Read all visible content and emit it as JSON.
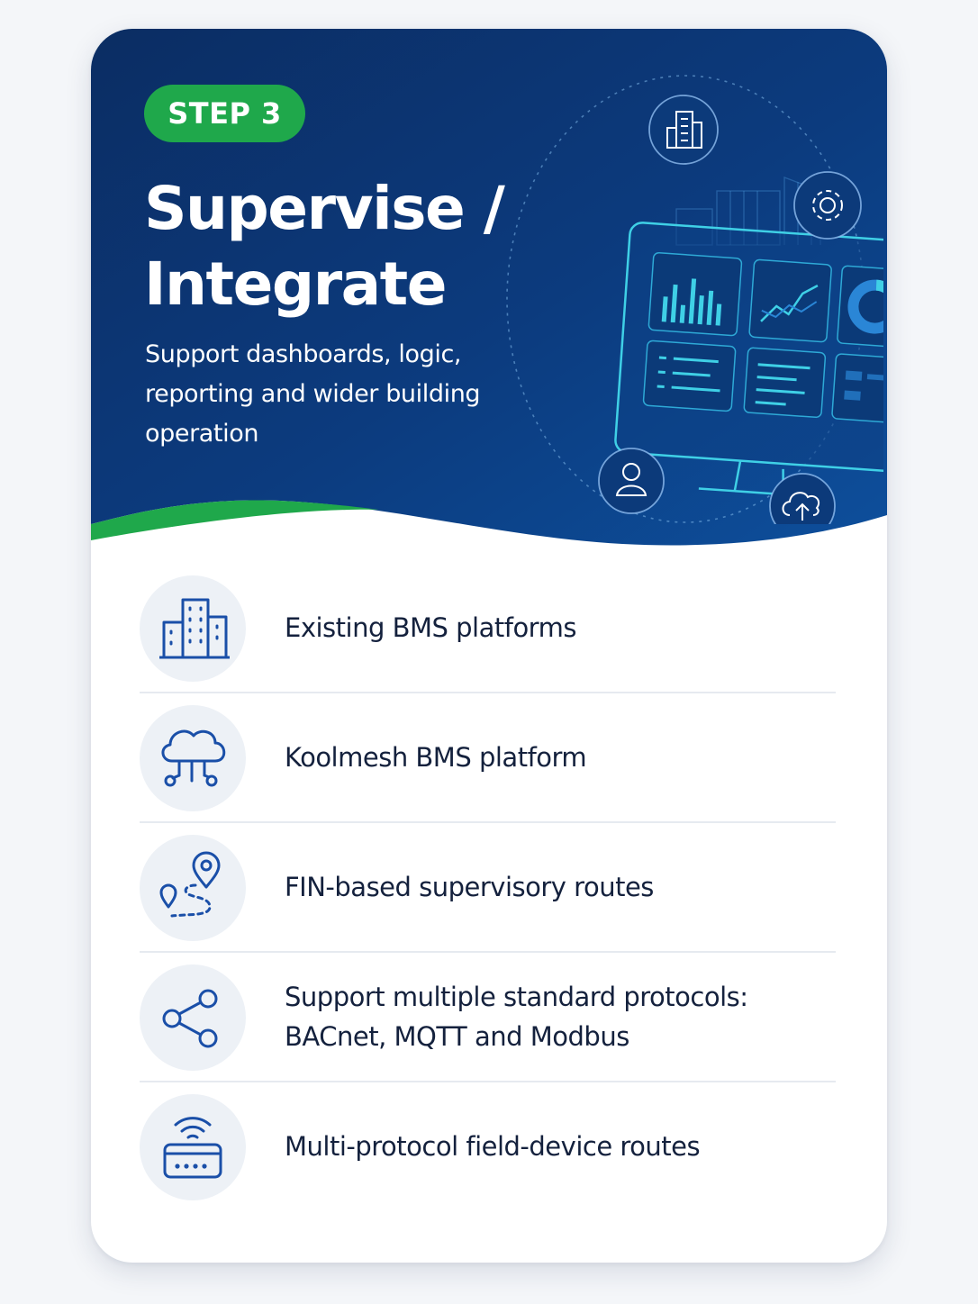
{
  "colors": {
    "hero_dark": "#0b2d63",
    "hero_mid": "#0d4a97",
    "accent_green": "#1fa84b",
    "icon_blue": "#1a4fa8",
    "text_dark": "#14213d",
    "icon_circle": "#edf1f6",
    "cyan_art": "#3fd0e6"
  },
  "header": {
    "step": "STEP 3",
    "title": "Supervise / Integrate",
    "subtitle": "Support dashboards, logic, reporting and wider building operation"
  },
  "illustration": {
    "icons": [
      "building-icon",
      "gear-icon",
      "user-icon",
      "cloud-upload-icon",
      "monitor-dashboard-icon"
    ]
  },
  "items": [
    {
      "icon": "building-icon",
      "label": "Existing BMS platforms"
    },
    {
      "icon": "cloud-network-icon",
      "label": "Koolmesh BMS platform"
    },
    {
      "icon": "route-pin-icon",
      "label": "FIN-based supervisory routes"
    },
    {
      "icon": "share-nodes-icon",
      "label": "Support multiple standard protocols: BACnet, MQTT and Modbus"
    },
    {
      "icon": "wireless-device-icon",
      "label": "Multi-protocol field-device routes"
    }
  ]
}
